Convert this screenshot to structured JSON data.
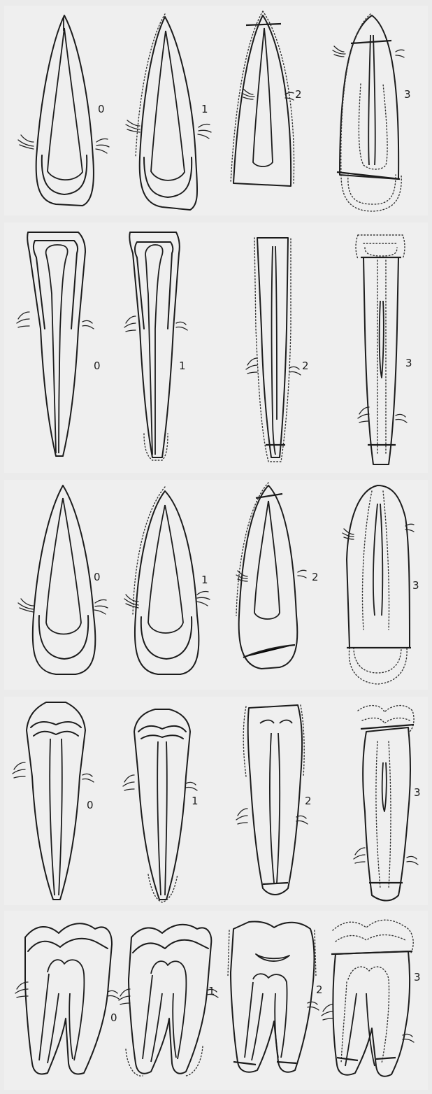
{
  "plate": {
    "background": "#ebebeb",
    "ink_color": "#1c1c1c",
    "rows": [
      {
        "tooth": "upper-incisor-labial",
        "stages": [
          "0",
          "1",
          "2",
          "3"
        ]
      },
      {
        "tooth": "lower-incisor",
        "stages": [
          "0",
          "1",
          "2",
          "3"
        ]
      },
      {
        "tooth": "premolar",
        "stages": [
          "0",
          "1",
          "2",
          "3"
        ]
      },
      {
        "tooth": "lower-premolar",
        "stages": [
          "0",
          "1",
          "2",
          "3"
        ]
      },
      {
        "tooth": "molar",
        "stages": [
          "0",
          "1",
          "2",
          "3"
        ]
      }
    ]
  }
}
